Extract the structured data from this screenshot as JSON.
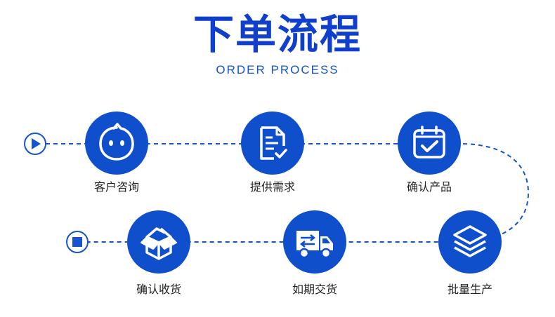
{
  "title": "下单流程",
  "subtitle": "ORDER PROCESS",
  "colors": {
    "primary": "#0f4fcc",
    "title": "#0f3fcc",
    "line": "#1553cf"
  },
  "steps": [
    {
      "label": "客户咨询",
      "icon": "chat-face-icon"
    },
    {
      "label": "提供需求",
      "icon": "document-check-icon"
    },
    {
      "label": "确认产品",
      "icon": "calendar-check-icon"
    },
    {
      "label": "批量生产",
      "icon": "layers-icon"
    },
    {
      "label": "如期交货",
      "icon": "delivery-truck-icon"
    },
    {
      "label": "确认收货",
      "icon": "open-box-icon"
    }
  ]
}
